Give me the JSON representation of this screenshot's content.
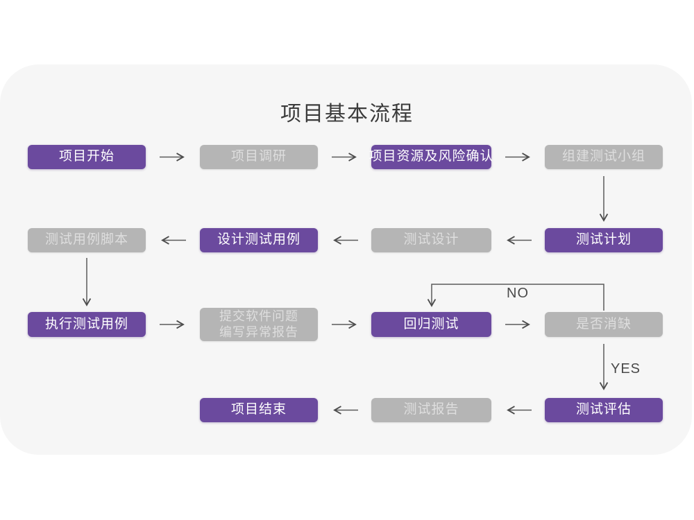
{
  "title": "项目基本流程",
  "nodes": {
    "project_start": "项目开始",
    "project_research": "项目调研",
    "resource_risk": "项目资源及风险确认",
    "build_team": "组建测试小组",
    "test_plan": "测试计划",
    "test_design": "测试设计",
    "design_cases": "设计测试用例",
    "case_scripts": "测试用例脚本",
    "execute_cases": "执行测试用例",
    "submit_line1": "提交软件问题",
    "submit_line2": "编写异常报告",
    "regression": "回归测试",
    "defect_cleared": "是否消缺",
    "evaluation": "测试评估",
    "test_report": "测试报告",
    "project_end": "项目结束"
  },
  "branch_labels": {
    "no": "NO",
    "yes": "YES"
  },
  "colors": {
    "purple": "#6b4a9e",
    "gray": "#b5b5b5",
    "card_background": "#f6f6f6",
    "arrow": "#4d4d4d"
  }
}
